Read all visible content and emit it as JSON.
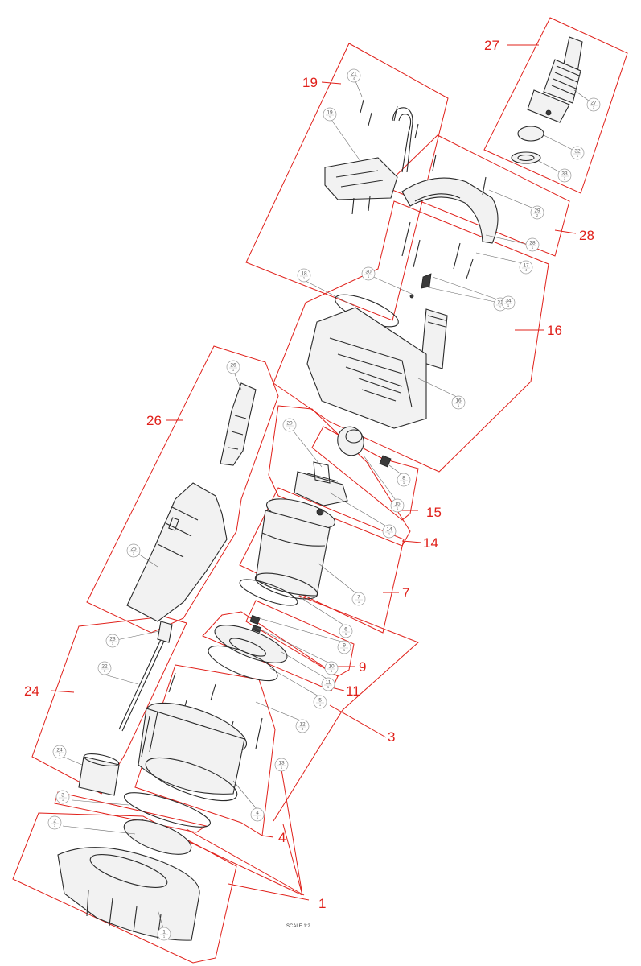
{
  "drawing": {
    "scale_note": "SCALE 1:2",
    "group_labels": [
      {
        "id": "grp-1",
        "text": "1"
      },
      {
        "id": "grp-3",
        "text": "3"
      },
      {
        "id": "grp-4",
        "text": "4"
      },
      {
        "id": "grp-7",
        "text": "7"
      },
      {
        "id": "grp-9",
        "text": "9"
      },
      {
        "id": "grp-11",
        "text": "11"
      },
      {
        "id": "grp-14",
        "text": "14"
      },
      {
        "id": "grp-15",
        "text": "15"
      },
      {
        "id": "grp-16",
        "text": "16"
      },
      {
        "id": "grp-19",
        "text": "19"
      },
      {
        "id": "grp-24",
        "text": "24"
      },
      {
        "id": "grp-26",
        "text": "26"
      },
      {
        "id": "grp-27",
        "text": "27"
      },
      {
        "id": "grp-28",
        "text": "28"
      }
    ],
    "part_bubbles": [
      {
        "num": "1",
        "qty": "1"
      },
      {
        "num": "2",
        "qty": "1"
      },
      {
        "num": "3",
        "qty": "1"
      },
      {
        "num": "4",
        "qty": "1"
      },
      {
        "num": "5",
        "qty": "1"
      },
      {
        "num": "6",
        "qty": "1"
      },
      {
        "num": "7",
        "qty": "1"
      },
      {
        "num": "8",
        "qty": "1"
      },
      {
        "num": "9",
        "qty": "1"
      },
      {
        "num": "10",
        "qty": "1"
      },
      {
        "num": "11",
        "qty": "1"
      },
      {
        "num": "12",
        "qty": "4"
      },
      {
        "num": "13",
        "qty": "1"
      },
      {
        "num": "14",
        "qty": "1"
      },
      {
        "num": "15",
        "qty": "1"
      },
      {
        "num": "16",
        "qty": "1"
      },
      {
        "num": "17",
        "qty": "4"
      },
      {
        "num": "18",
        "qty": "1"
      },
      {
        "num": "19",
        "qty": "1"
      },
      {
        "num": "20",
        "qty": "1"
      },
      {
        "num": "21",
        "qty": "4"
      },
      {
        "num": "22",
        "qty": "1"
      },
      {
        "num": "23",
        "qty": "1"
      },
      {
        "num": "24",
        "qty": "1"
      },
      {
        "num": "25",
        "qty": "1"
      },
      {
        "num": "26",
        "qty": "1"
      },
      {
        "num": "27",
        "qty": "1"
      },
      {
        "num": "28",
        "qty": "1"
      },
      {
        "num": "29",
        "qty": "2"
      },
      {
        "num": "30",
        "qty": "1"
      },
      {
        "num": "31",
        "qty": "1"
      },
      {
        "num": "32",
        "qty": "1"
      },
      {
        "num": "33",
        "qty": "1"
      },
      {
        "num": "34",
        "qty": "1"
      }
    ]
  }
}
